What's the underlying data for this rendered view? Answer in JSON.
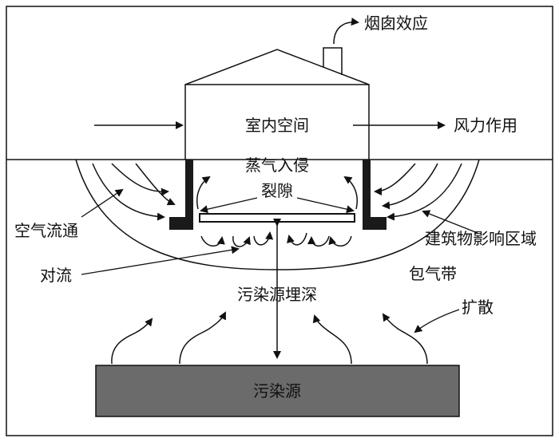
{
  "labels": {
    "chimney_effect": "烟囱效应",
    "indoor_space": "室内空间",
    "wind_effect": "风力作用",
    "vapor_intrusion": "蒸气入侵",
    "cracks": "裂隙",
    "air_flow": "空气流通",
    "building_zone": "建筑物影响区域",
    "convection": "对流",
    "vadose_zone": "包气带",
    "source_depth": "污染源埋深",
    "diffusion": "扩散",
    "source": "污染源"
  },
  "colors": {
    "line": "#111111",
    "foundation": "#1a1a1a",
    "source_fill": "#6b6b6b"
  }
}
